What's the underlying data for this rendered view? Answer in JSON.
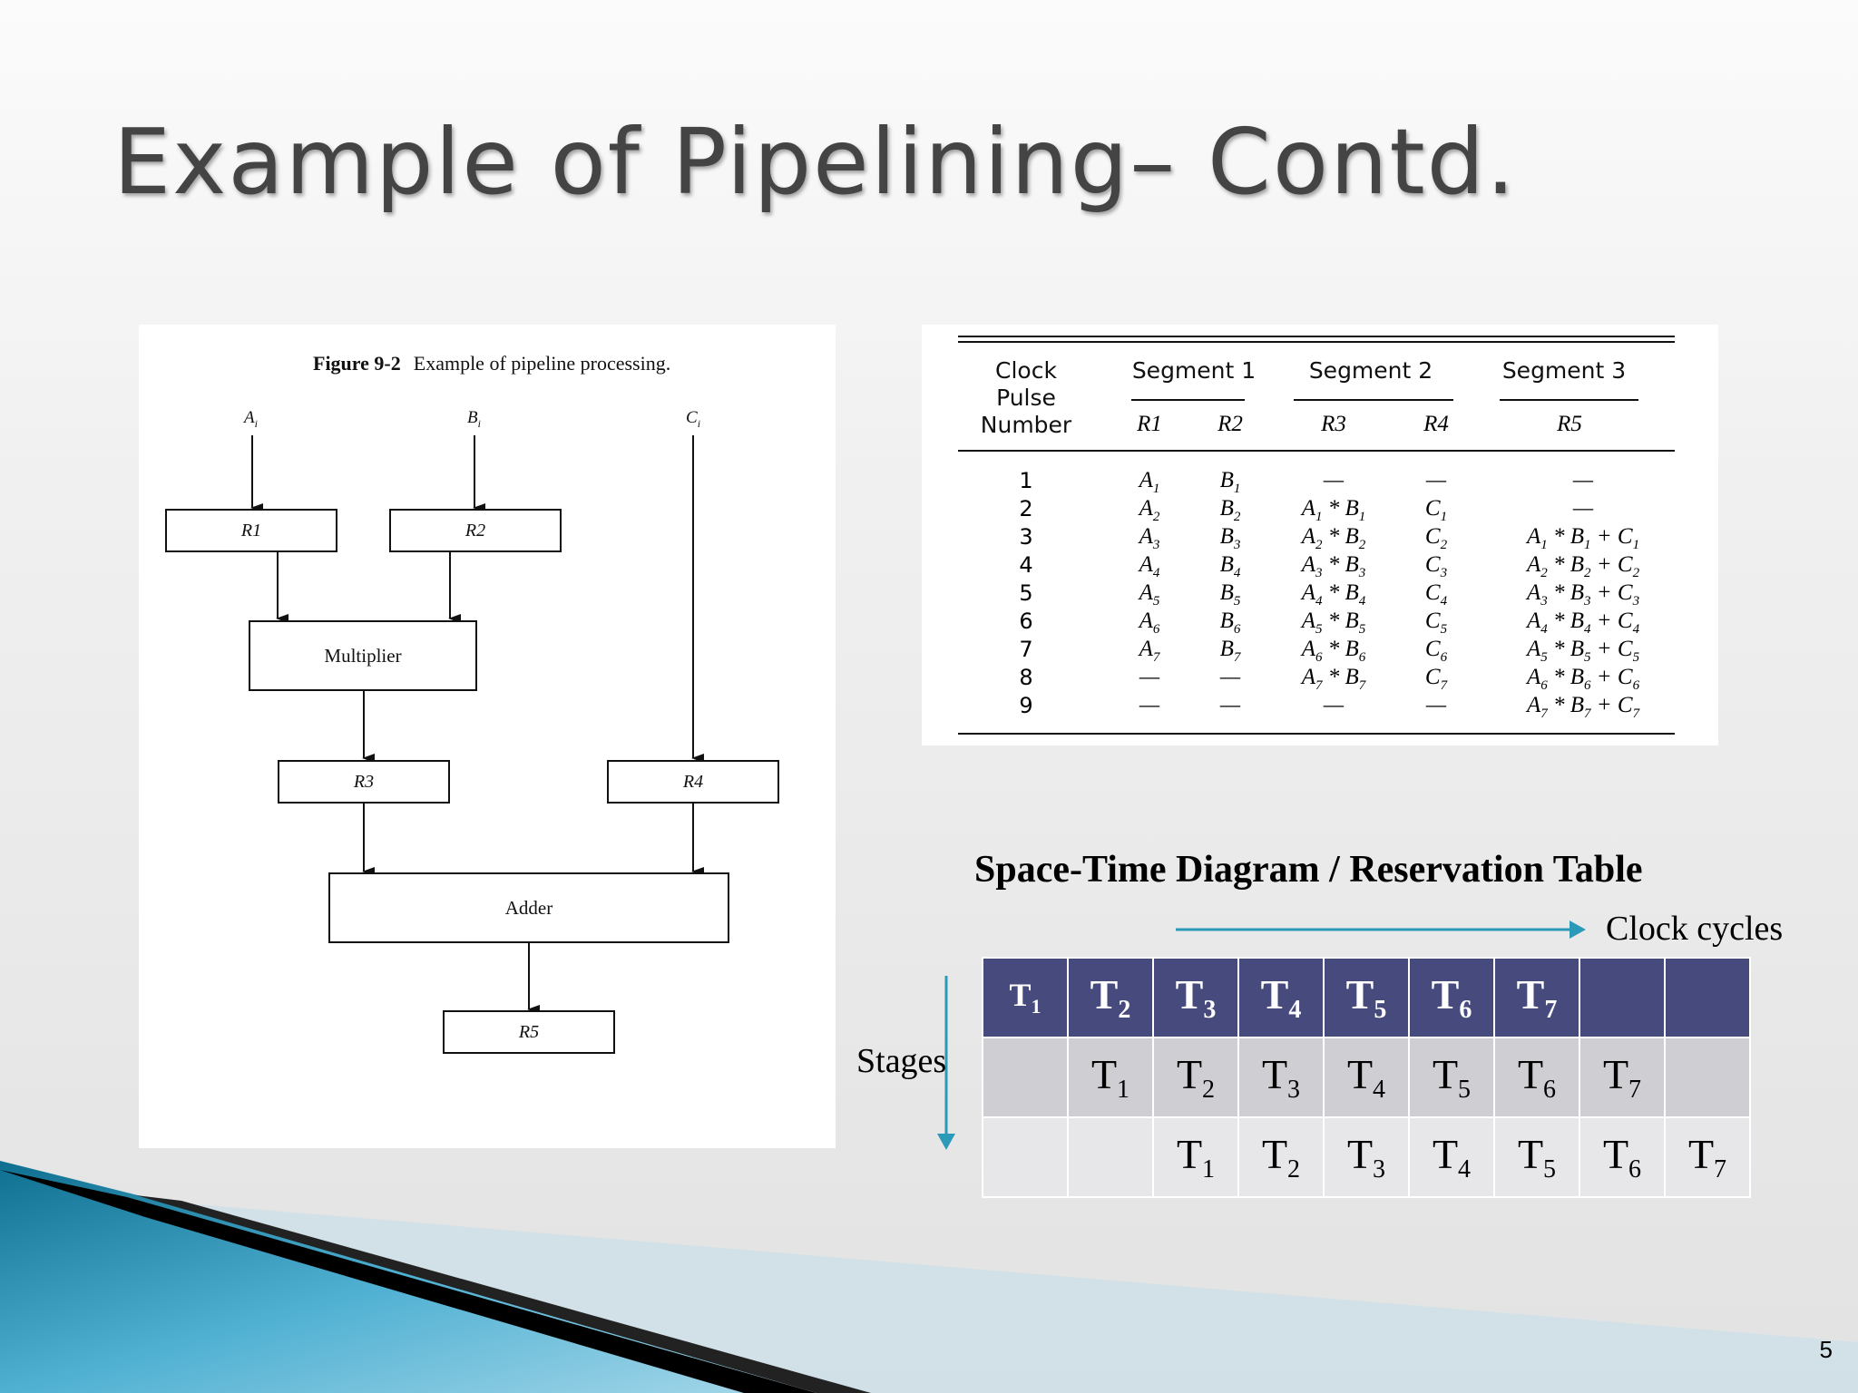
{
  "slide": {
    "title": "Example of Pipelining– Contd.",
    "page_number": "5"
  },
  "figure": {
    "caption_num": "Figure 9-2",
    "caption_text": "Example of pipeline processing.",
    "inputs": [
      "A",
      "B",
      "C"
    ],
    "input_sub": "i",
    "boxes": {
      "r1": "R1",
      "r2": "R2",
      "multiplier": "Multiplier",
      "r3": "R3",
      "r4": "R4",
      "adder": "Adder",
      "r5": "R5"
    }
  },
  "pipeline_table": {
    "headers": {
      "clock": [
        "Clock",
        "Pulse",
        "Number"
      ],
      "seg1": "Segment 1",
      "seg2": "Segment 2",
      "seg3": "Segment 3",
      "regs": [
        "R1",
        "R2",
        "R3",
        "R4",
        "R5"
      ]
    },
    "rows": [
      [
        "1",
        "A1",
        "B1",
        "—",
        "—",
        "—"
      ],
      [
        "2",
        "A2",
        "B2",
        "A1 * B1",
        "C1",
        "—"
      ],
      [
        "3",
        "A3",
        "B3",
        "A2 * B2",
        "C2",
        "A1 * B1 + C1"
      ],
      [
        "4",
        "A4",
        "B4",
        "A3 * B3",
        "C3",
        "A2 * B2 + C2"
      ],
      [
        "5",
        "A5",
        "B5",
        "A4 * B4",
        "C4",
        "A3 * B3 + C3"
      ],
      [
        "6",
        "A6",
        "B6",
        "A5 * B5",
        "C5",
        "A4 * B4 + C4"
      ],
      [
        "7",
        "A7",
        "B7",
        "A6 * B6",
        "C6",
        "A5 * B5 + C5"
      ],
      [
        "8",
        "—",
        "—",
        "A7 * B7",
        "C7",
        "A6 * B6 + C6"
      ],
      [
        "9",
        "—",
        "—",
        "—",
        "—",
        "A7 * B7 + C7"
      ]
    ]
  },
  "reservation": {
    "title": "Space-Time Diagram / Reservation Table",
    "x_label": "Clock cycles",
    "y_label": "Stages",
    "rows": [
      [
        "T1",
        "T2",
        "T3",
        "T4",
        "T5",
        "T6",
        "T7",
        "",
        ""
      ],
      [
        "",
        "T1",
        "T2",
        "T3",
        "T4",
        "T5",
        "T6",
        "T7",
        ""
      ],
      [
        "",
        "",
        "T1",
        "T2",
        "T3",
        "T4",
        "T5",
        "T6",
        "T7"
      ]
    ]
  },
  "colors": {
    "header_row": "#474a7c",
    "row2": "#cfcfd3",
    "row3": "#e7e7ea",
    "arrow": "#2b9ab8"
  }
}
